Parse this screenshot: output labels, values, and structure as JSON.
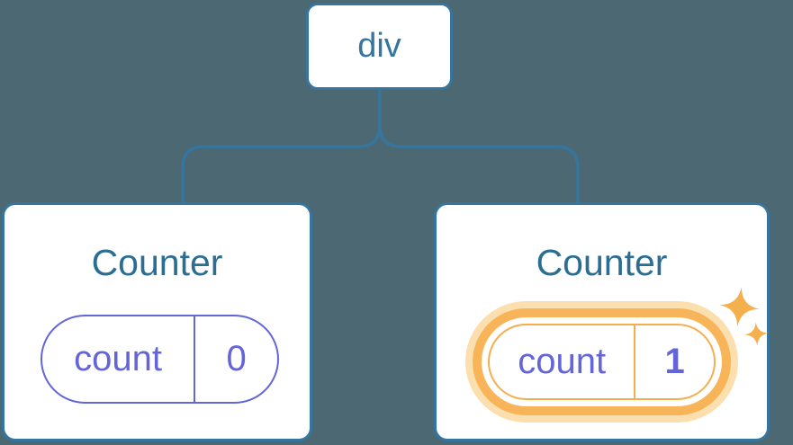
{
  "diagram": {
    "background_color": "#4C6872",
    "root": {
      "label": "div"
    },
    "children": [
      {
        "title": "Counter",
        "state": {
          "key": "count",
          "value": "0"
        },
        "highlighted": false
      },
      {
        "title": "Counter",
        "state": {
          "key": "count",
          "value": "1"
        },
        "highlighted": true
      }
    ],
    "icons": [
      "sparkle-icon",
      "sparkle-icon"
    ],
    "colors": {
      "page_bg": "#4C6872",
      "node_border": "#35759E",
      "node_text": "#35769F",
      "title_text": "#2B6E93",
      "state_purple": "#6365D9",
      "highlight_orange": "#F6AE4D",
      "highlight_ring": "#F8B459",
      "highlight_glow": "#FCDFAE",
      "sparkle": "#F5B04E",
      "card_bg": "#FFFFFF"
    }
  }
}
